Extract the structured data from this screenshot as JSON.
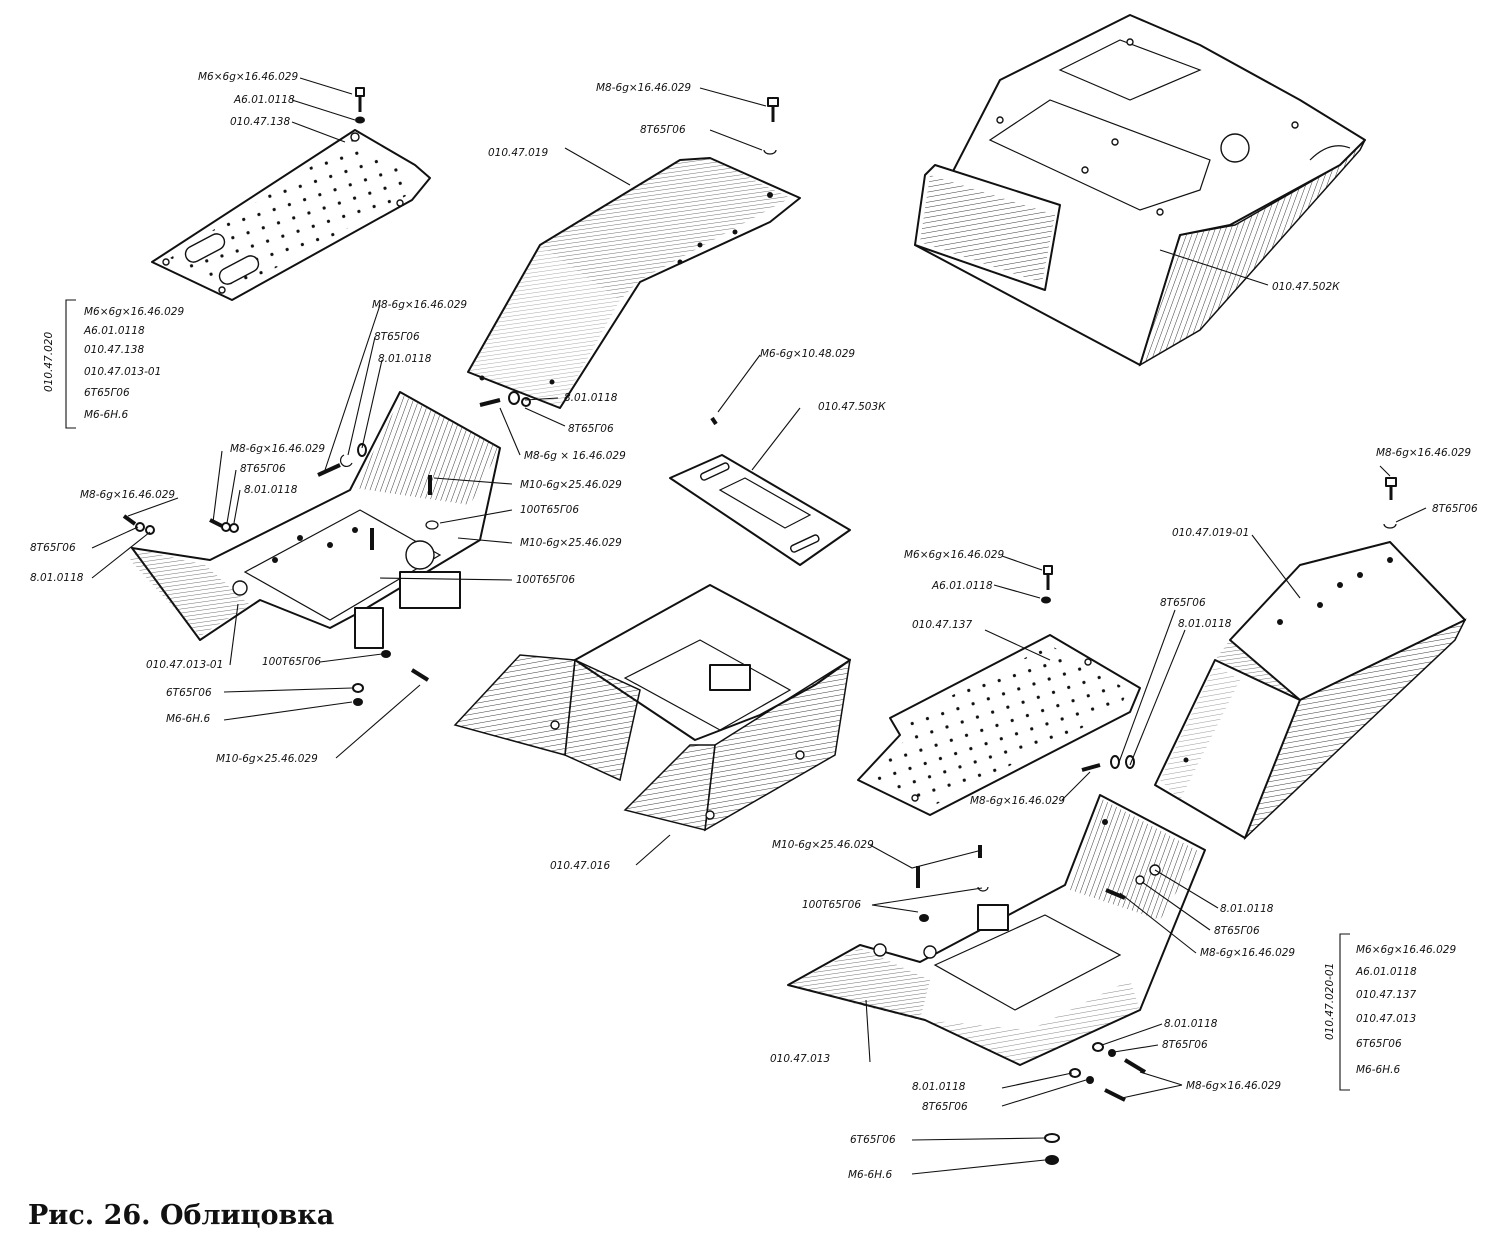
{
  "caption": "Рис. 26. Облицовка",
  "labels": {
    "l1": "М6×6g×16.46.029",
    "l2": "А6.01.0118",
    "l3": "010.47.138",
    "l4": "М8-6g×16.46.029",
    "l5": "8Т65Г06",
    "l6": "010.47.019",
    "l7": "010.47.502К",
    "l8": "М8-6g×16.46.029",
    "l9": "8Т65Г06",
    "l10": "8.01.0118",
    "l11": "8.01.0118",
    "l12": "8Т65Г06",
    "l13": "М8-6g × 16.46.029",
    "l14": "М6-6g×10.48.029",
    "l15": "010.47.503К",
    "l16": "М8-6g×16.46.029",
    "l17": "8Т65Г06",
    "l18": "8.01.0118",
    "l19": "М10-6g×25.46.029",
    "l20": "100Т65Г06",
    "l21": "М10-6g×25.46.029",
    "l22": "100Т65Г06",
    "l23": "М8-6g×16.46.029",
    "l24": "8Т65Г06",
    "l25": "8.01.0118",
    "l26": "010.47.013-01",
    "l27": "100Т65Г06",
    "l28": "6Т65Г06",
    "l29": "М6-6Н.6",
    "l30": "М10-6g×25.46.029",
    "l31": "010.47.016",
    "l32": "М8-6g×16.46.029",
    "l33": "8Т65Г06",
    "l34": "010.47.019-01",
    "l35": "М6×6g×16.46.029",
    "l36": "А6.01.0118",
    "l37": "010.47.137",
    "l38": "8Т65Г06",
    "l39": "8.01.0118",
    "l40": "М8-6g×16.46.029",
    "l41": "М10-6g×25.46.029",
    "l42": "100Т65Г06",
    "l43": "8.01.0118",
    "l44": "8Т65Г06",
    "l45": "М8-6g×16.46.029",
    "l46": "010.47.013",
    "l47": "8.01.0118",
    "l48": "8Т65Г06",
    "l49": "8.01.0118",
    "l50": "8Т65Г06",
    "l51": "М8-6g×16.46.029",
    "l52": "6Т65Г06",
    "l53": "М6-6Н.6"
  },
  "kit_left": {
    "code": "010.47.020",
    "items": [
      "М6×6g×16.46.029",
      "А6.01.0118",
      "010.47.138",
      "010.47.013-01",
      "6Т65Г06",
      "М6-6Н.6"
    ]
  },
  "kit_right": {
    "code": "010.47.020-01",
    "items": [
      "М6×6g×16.46.029",
      "А6.01.0118",
      "010.47.137",
      "010.47.013",
      "6Т65Г06",
      "М6-6Н.6"
    ]
  }
}
